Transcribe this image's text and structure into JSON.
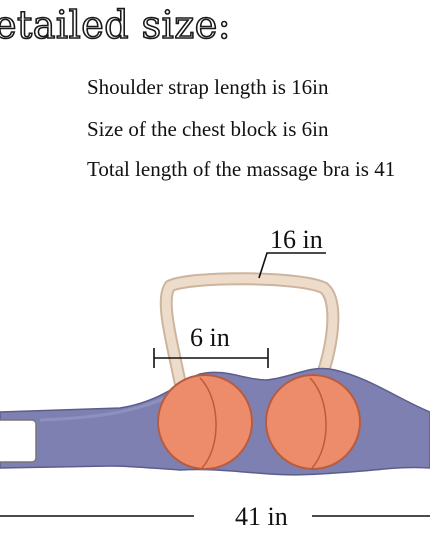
{
  "heading": "etailed size:",
  "specs": [
    "Shoulder strap length is 16in",
    "Size of the chest block is 6in",
    "Total length of the massage bra is 41"
  ],
  "dimensions": {
    "strap": "16 in",
    "cup": "6 in",
    "total": "41 in"
  },
  "colors": {
    "strap": "#e9d5c3",
    "band": "#7e80b2",
    "cup": "#ec8c6a",
    "line": "#111111"
  }
}
